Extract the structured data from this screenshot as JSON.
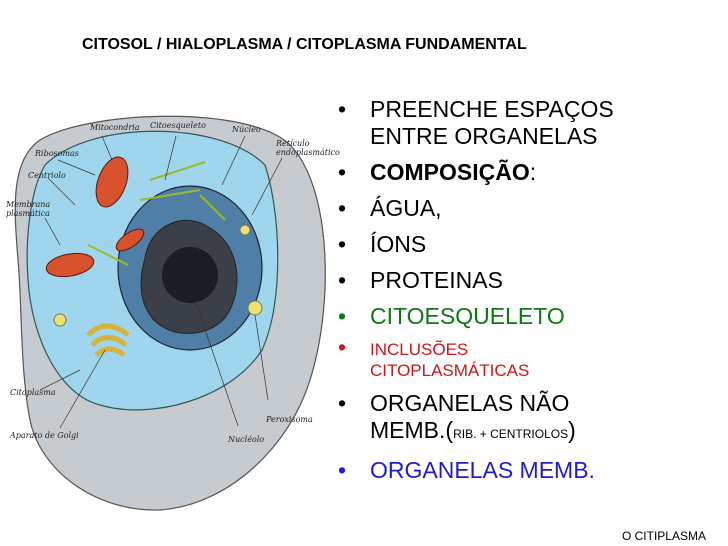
{
  "title": "CITOSOL / HIALOPLASMA / CITOPLASMA FUNDAMENTAL",
  "diagram": {
    "labels": {
      "mitocondria": "Mitocondria",
      "citoesqueleto": "Citoesqueleto",
      "nucleo": "Núcleo",
      "reticulo_1": "Retículo",
      "reticulo_2": "endoplasmático",
      "ribosomas": "Ribosomas",
      "centriolo": "Centriolo",
      "membrana_1": "Membrana",
      "membrana_2": "plasmática",
      "citoplasma": "Citoplasma",
      "peroxisoma": "Peroxisoma",
      "golgi": "Aparato de Golgi",
      "nucleolo": "Nucléolo"
    }
  },
  "bullets": {
    "b1_line1": "PREENCHE ESPAÇOS",
    "b1_line2": "ENTRE ORGANELAS",
    "b2_bold": "COMPOSIÇÃO",
    "b2_rest": ":",
    "b3": "ÁGUA,",
    "b4": "ÍONS",
    "b5": "PROTEINAS",
    "b6": "CITOESQUELETO",
    "b7_line1": "INCLUSÕES",
    "b7_line2": "CITOPLASMÁTICAS",
    "b8_line1": "ORGANELAS NÃO",
    "b8_line2a": "MEMB.(",
    "b8_sub": "RIB. + CENTRIOLOS",
    "b8_line2b": ")",
    "b9": "ORGANELAS MEMB."
  },
  "footer": "O CITIPLASMA",
  "colors": {
    "citoesqueleto": "#0a7a12",
    "inclusoes": "#d21414",
    "organelas_memb": "#1c1cd8",
    "cytoplasm": "#9fd6ee",
    "nucleus": "#4f7ea6"
  }
}
